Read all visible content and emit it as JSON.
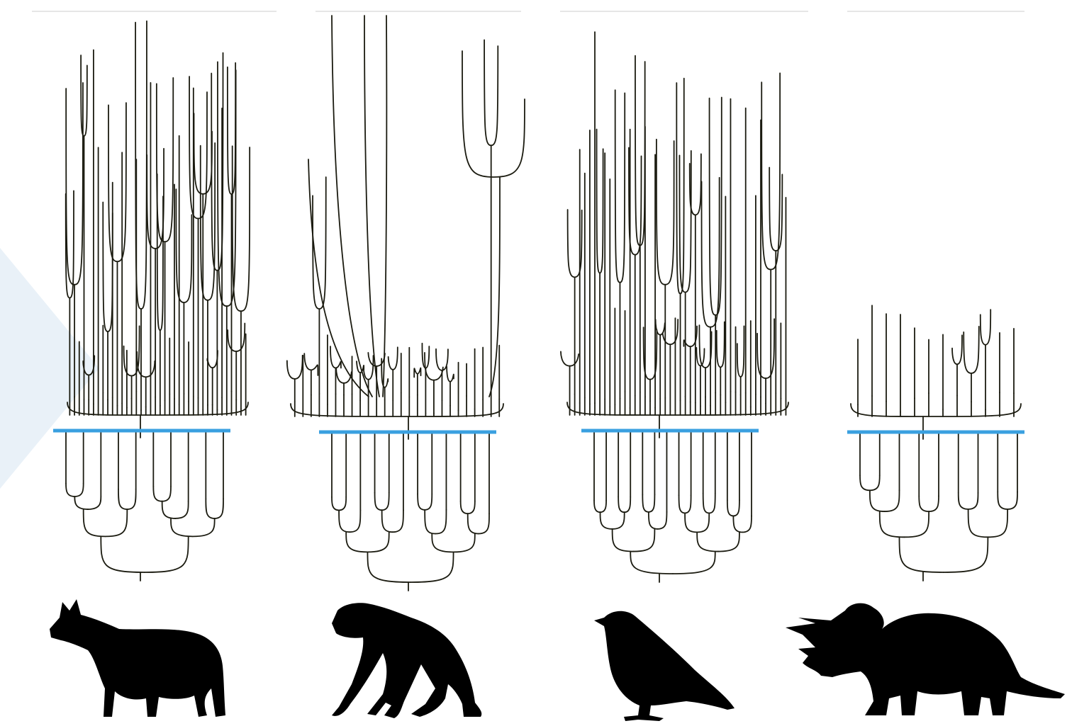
{
  "accent_color": "#3aa0e0",
  "branch_color": "#1b1b10",
  "panels": [
    {
      "id": "mammals",
      "silhouette_icon": "wolf-icon",
      "lineages_above_boundary": 38,
      "lineages_below_boundary": 10
    },
    {
      "id": "primates",
      "silhouette_icon": "chimpanzee-icon",
      "lineages_above_boundary": 26,
      "lineages_below_boundary": 12
    },
    {
      "id": "birds",
      "silhouette_icon": "bird-icon",
      "lineages_above_boundary": 44,
      "lineages_below_boundary": 14
    },
    {
      "id": "dinosaurs",
      "silhouette_icon": "triceratops-icon",
      "lineages_above_boundary": 12,
      "lineages_below_boundary": 9
    }
  ]
}
